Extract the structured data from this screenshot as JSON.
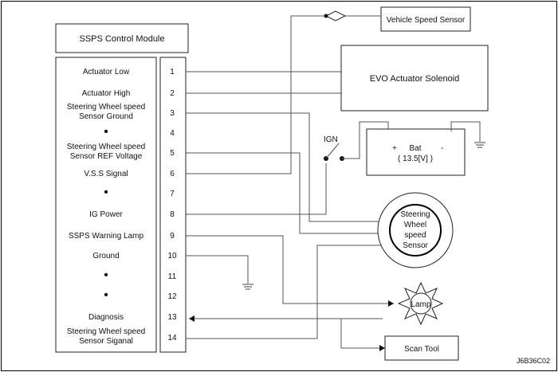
{
  "module_title": "SSPS Control Module",
  "pins": [
    {
      "num": "1",
      "label": [
        "Actuator Low"
      ]
    },
    {
      "num": "2",
      "label": [
        "Actuator High"
      ]
    },
    {
      "num": "3",
      "label": [
        "Steering Wheel speed",
        "Sensor Ground"
      ]
    },
    {
      "num": "4",
      "label": [
        "•"
      ]
    },
    {
      "num": "5",
      "label": [
        "Steering Wheel speed",
        "Sensor REF Voltage"
      ]
    },
    {
      "num": "6",
      "label": [
        "V.S.S Signal"
      ]
    },
    {
      "num": "7",
      "label": [
        "•"
      ]
    },
    {
      "num": "8",
      "label": [
        "IG Power"
      ]
    },
    {
      "num": "9",
      "label": [
        "SSPS Warning Lamp"
      ]
    },
    {
      "num": "10",
      "label": [
        "Ground"
      ]
    },
    {
      "num": "11",
      "label": [
        "•"
      ]
    },
    {
      "num": "12",
      "label": [
        "•"
      ]
    },
    {
      "num": "13",
      "label": [
        "Diagnosis"
      ]
    },
    {
      "num": "14",
      "label": [
        "Steering Wheel speed",
        "Sensor Siganal"
      ]
    }
  ],
  "components": {
    "vehicle_speed_sensor": "Vehicle Speed Sensor",
    "evo_solenoid": "EVO Actuator Solenoid",
    "ign": "IGN",
    "battery_plus": "+",
    "battery_minus": "-",
    "battery_label": "Bat",
    "battery_voltage": "( 13.5[V] )",
    "sws_lines": [
      "Steering",
      "Wheel",
      "speed",
      "Sensor"
    ],
    "lamp": "Lamp",
    "scan_tool": "Scan Tool"
  },
  "figure_code": "J6B36C02"
}
